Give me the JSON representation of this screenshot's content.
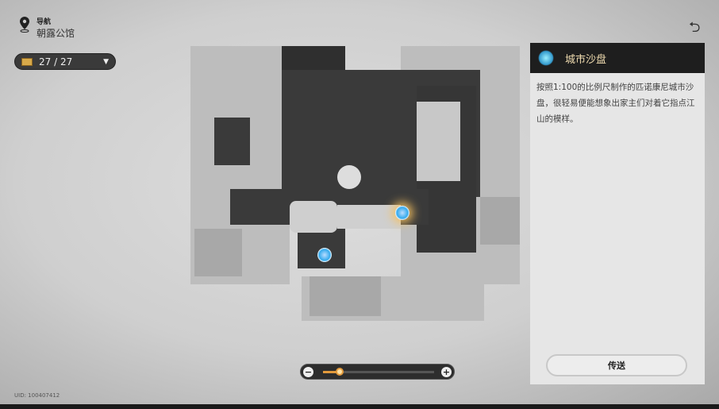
{
  "nav": {
    "label": "导航",
    "location": "朝露公馆",
    "icon": "map-pin-icon"
  },
  "counter": {
    "value": "27 / 27",
    "icon": "treasure-chest-icon"
  },
  "back_icon": "return-icon",
  "panel": {
    "title": "城市沙盘",
    "description": "按照1:100的比例尺制作的匹诺康尼城市沙盘，很轻易便能想象出家主们对着它指点江山的模样。",
    "teleport_label": "传送"
  },
  "zoom": {
    "minus": "−",
    "plus": "+",
    "level": 0.15
  },
  "uid": "UID: 100407412",
  "colors": {
    "accent": "#e29a3c",
    "panel_header": "#1e1e1e"
  }
}
